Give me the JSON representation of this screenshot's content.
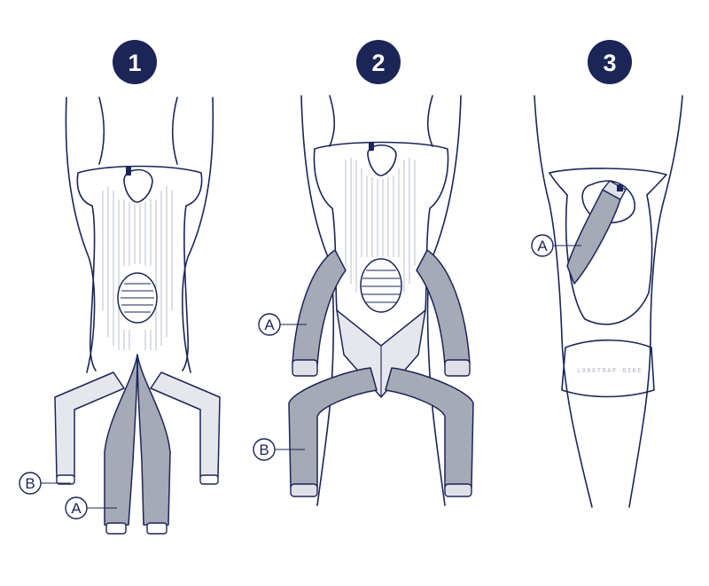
{
  "steps": [
    {
      "number": "1",
      "callouts": [
        "B",
        "A"
      ]
    },
    {
      "number": "2",
      "callouts": [
        "A",
        "B"
      ]
    },
    {
      "number": "3",
      "callouts": [
        "A"
      ],
      "brand": "LONGTRAP BIKE"
    }
  ],
  "colors": {
    "navy": "#1b2557",
    "strap": "#a6a9b6",
    "strap_light": "#e6e7ec",
    "grid": "#b9bfcf"
  }
}
